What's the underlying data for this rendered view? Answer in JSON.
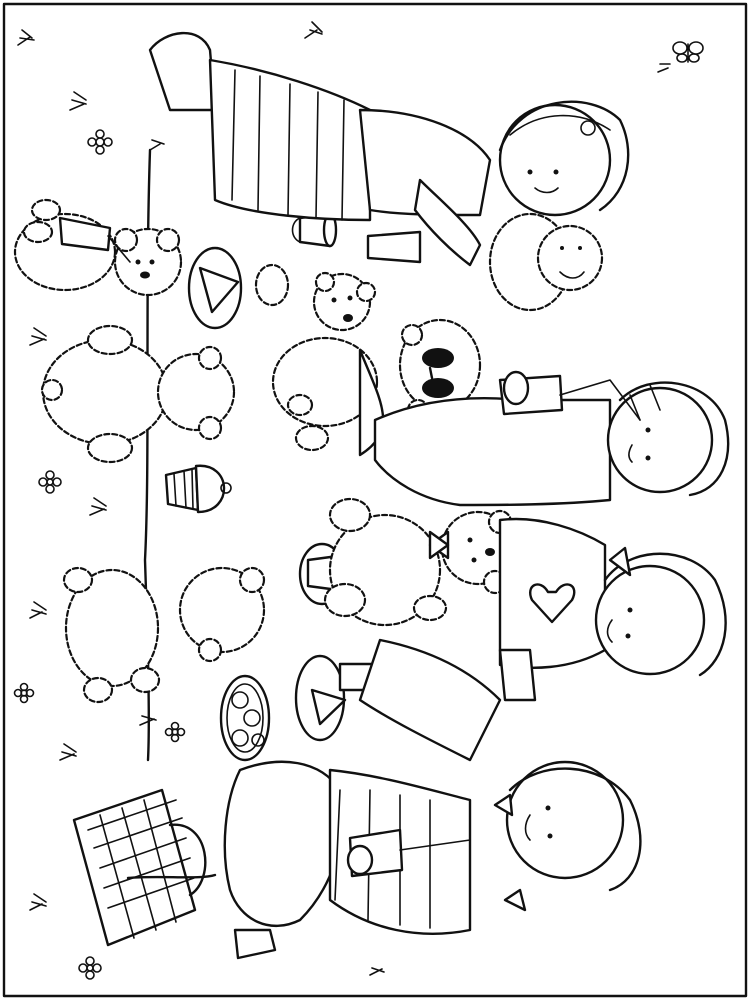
{
  "artwork": {
    "kind": "coloring-page",
    "orientation": "rotated-90-ccw",
    "style": "black line art on white",
    "icons": [
      "picnic-scene",
      "children-figures",
      "teddy-bear-figures",
      "picnic-basket",
      "cupcake",
      "teacups",
      "cookie-plate",
      "sandwich-plates",
      "butterfly",
      "flowers",
      "grass-tufts"
    ]
  }
}
